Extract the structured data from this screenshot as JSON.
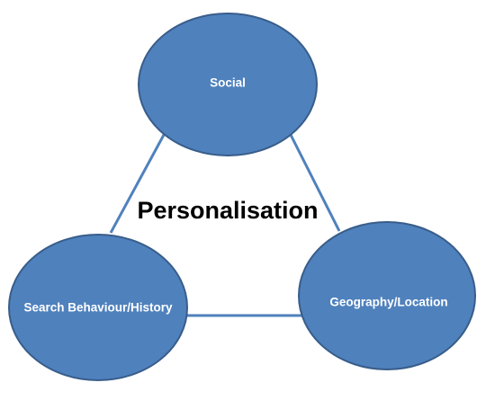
{
  "diagram": {
    "center_label": "Personalisation",
    "nodes": [
      {
        "id": "social",
        "label": "Social"
      },
      {
        "id": "search",
        "label": "Search Behaviour/History"
      },
      {
        "id": "geo",
        "label": "Geography/Location"
      }
    ],
    "colors": {
      "node_fill": "#4f81bd",
      "node_stroke": "#385d8a",
      "connector": "#4f81bd",
      "center_text": "#000000",
      "node_text": "#ffffff"
    }
  }
}
